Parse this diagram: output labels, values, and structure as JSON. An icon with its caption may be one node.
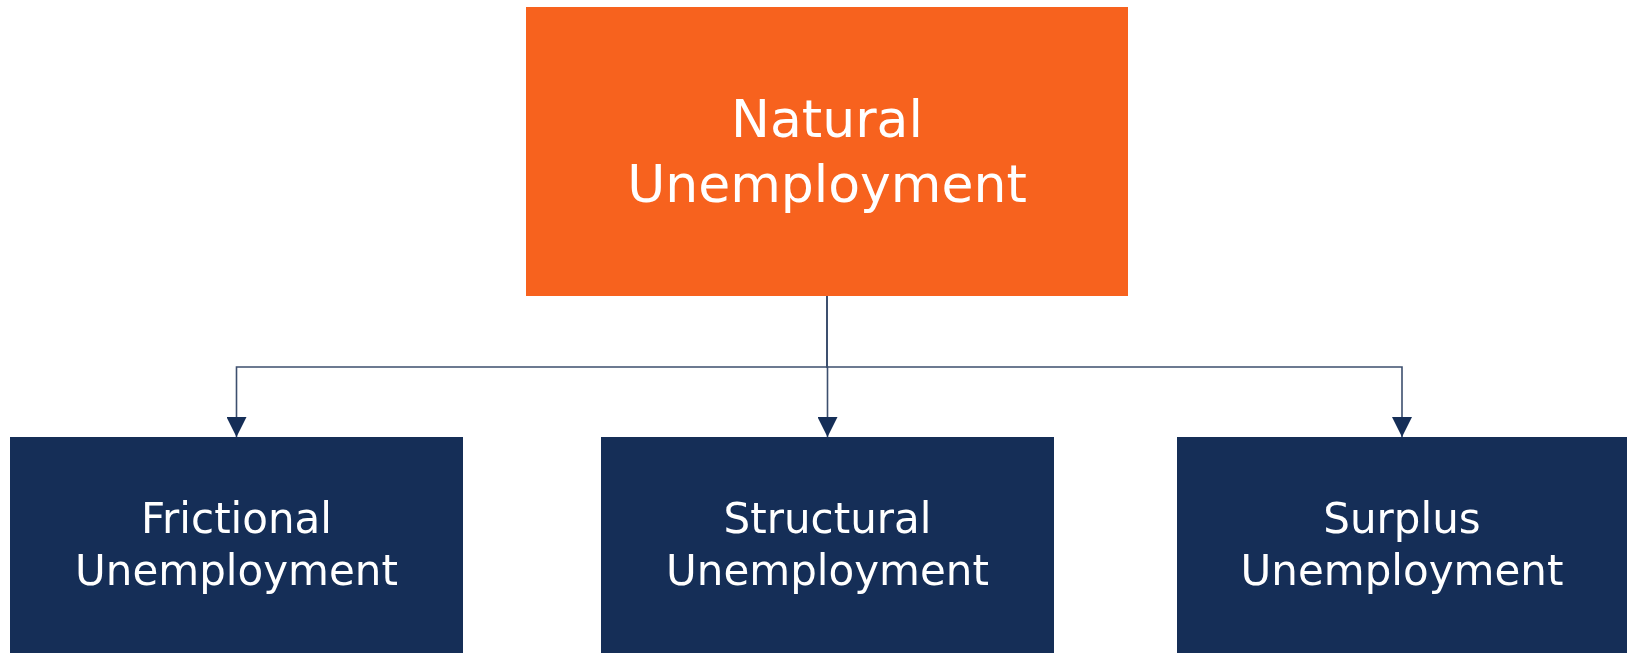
{
  "diagram": {
    "nodes": [
      {
        "text": [
          "Natural Unemployment"
        ]
      },
      {
        "text": [
          "Frictional Unemployment"
        ]
      },
      {
        "text": [
          "Structural Unemployment"
        ]
      },
      {
        "text": [
          "Surplus Unemployment"
        ]
      }
    ],
    "edges": [
      {
        "from": 0,
        "to": 1,
        "arrow": "to"
      },
      {
        "from": 0,
        "to": 2,
        "arrow": "to"
      },
      {
        "from": 0,
        "to": 3,
        "arrow": "to"
      }
    ]
  }
}
